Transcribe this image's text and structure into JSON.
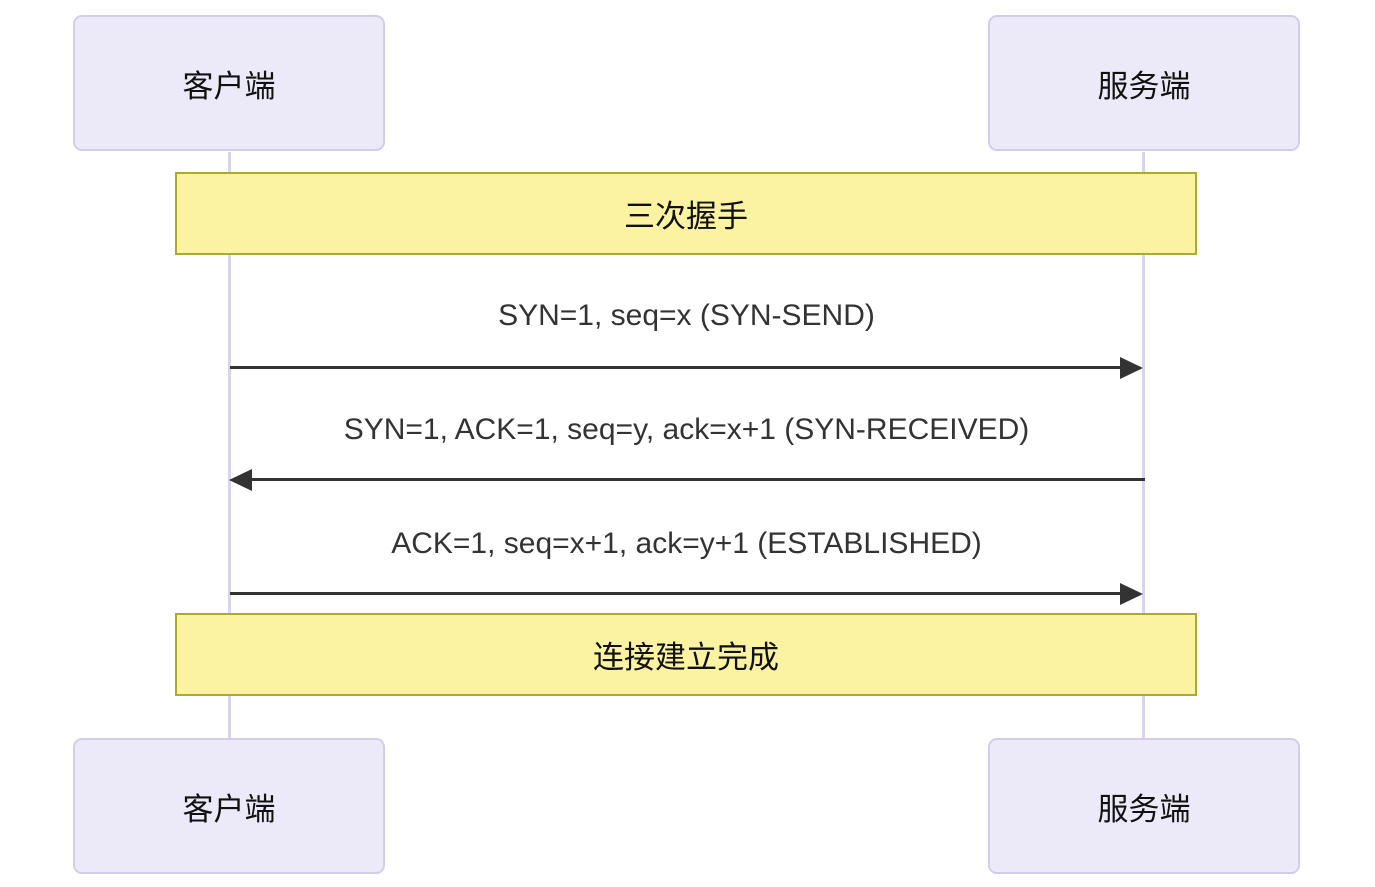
{
  "diagram": {
    "type": "sequence-diagram",
    "topic": "TCP three-way handshake",
    "actors": [
      {
        "id": "client",
        "label": "客户端"
      },
      {
        "id": "server",
        "label": "服务端"
      }
    ],
    "banners": [
      {
        "id": "handshake",
        "label": "三次握手"
      },
      {
        "id": "established",
        "label": "连接建立完成"
      }
    ],
    "messages": [
      {
        "from": "client",
        "to": "server",
        "direction": "right",
        "text": "SYN=1, seq=x (SYN-SEND)"
      },
      {
        "from": "server",
        "to": "client",
        "direction": "left",
        "text": "SYN=1, ACK=1, seq=y, ack=x+1 (SYN-RECEIVED)"
      },
      {
        "from": "client",
        "to": "server",
        "direction": "right",
        "text": "ACK=1, seq=x+1, ack=y+1 (ESTABLISHED)"
      }
    ],
    "colors": {
      "actor_fill": "#eceaf8",
      "actor_border": "#d5ccec",
      "lifeline": "#d9d2f0",
      "banner_fill": "#fbf3a2",
      "banner_border": "#aaaa33",
      "arrow": "#333333",
      "message_text": "#333333",
      "actor_text": "#111111",
      "background": "#ffffff"
    }
  }
}
